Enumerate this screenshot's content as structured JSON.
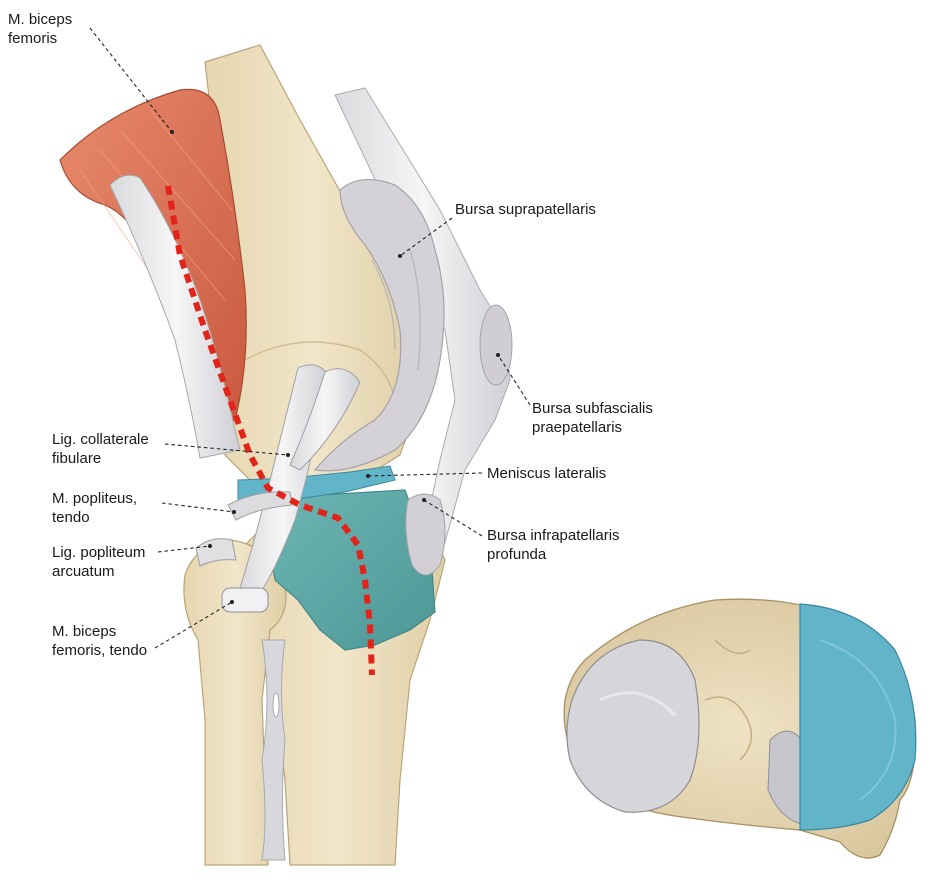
{
  "labels": {
    "biceps_femoris": [
      "M. biceps",
      "femoris"
    ],
    "bursa_suprapatellaris": [
      "Bursa suprapatellaris"
    ],
    "bursa_subfascialis": [
      "Bursa subfascialis",
      "praepatellaris"
    ],
    "lig_collaterale": [
      "Lig. collaterale",
      "fibulare"
    ],
    "meniscus_lateralis": [
      "Meniscus lateralis"
    ],
    "popliteus_tendo": [
      "M. popliteus,",
      "tendo"
    ],
    "bursa_infrapatellaris": [
      "Bursa infrapatellaris",
      "profunda"
    ],
    "lig_popliteum": [
      "Lig. popliteum",
      "arcuatum"
    ],
    "biceps_tendo": [
      "M. biceps",
      "femoris, tendo"
    ]
  },
  "colors": {
    "bone": "#ecdfbe",
    "muscle": "#de7a5c",
    "bursa": "#d2d0d4",
    "capsule_teal": "#5aa7a6",
    "meniscus": "#62b4c9",
    "incision": "#e2231a"
  }
}
